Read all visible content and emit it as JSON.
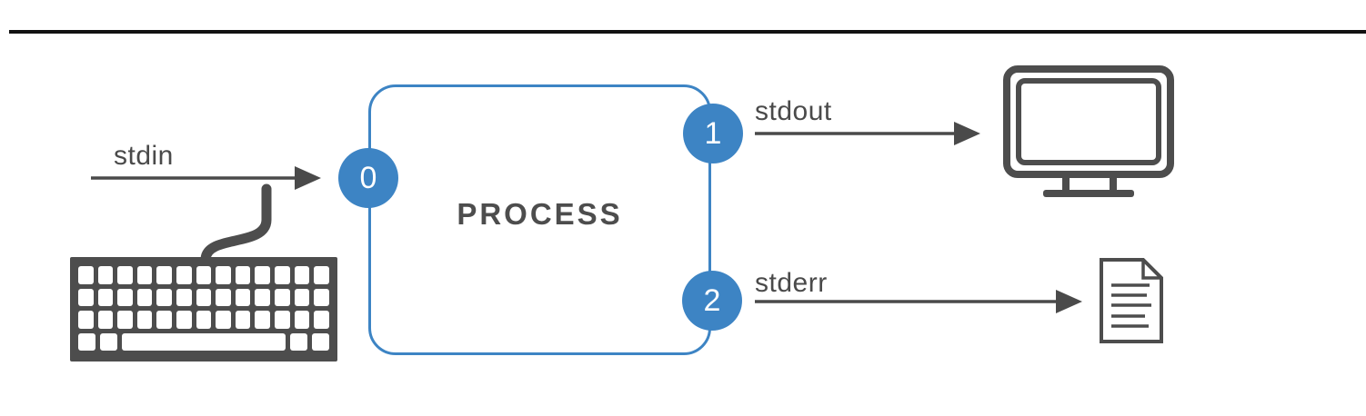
{
  "process": {
    "label": "PROCESS"
  },
  "streams": [
    {
      "fd": "0",
      "label": "stdin",
      "direction": "in",
      "device_icon": "keyboard-icon"
    },
    {
      "fd": "1",
      "label": "stdout",
      "direction": "out",
      "device_icon": "monitor-icon"
    },
    {
      "fd": "2",
      "label": "stderr",
      "direction": "out",
      "device_icon": "file-icon"
    }
  ],
  "colors": {
    "accent_blue": "#3d84c4",
    "arrow_gray": "#4a4a4a",
    "icon_gray": "#4d4d4d",
    "rule_black": "#121212",
    "background": "#ffffff"
  }
}
